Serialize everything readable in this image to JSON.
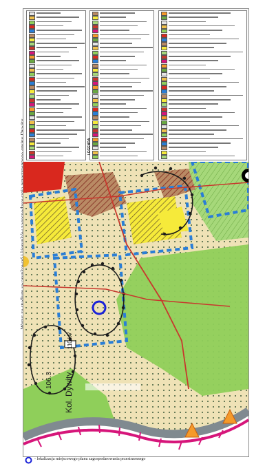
{
  "document": {
    "title": "Wyrys ze studium uwarunkowań i kierunków zagospodarowania przestrzennego gminy Dywity"
  },
  "legend": {
    "heading": "LEGENDA"
  },
  "map": {
    "place_label": "Kol. Dywity",
    "elevation_label": "106.3",
    "road_label": "110 kV"
  },
  "footer": {
    "marker_icon": "blue-circle-outline",
    "text": "- lokalizacja miejscowego planu zagospodarowania przestrzennego"
  },
  "colors": {
    "plan_marker": "#1a22d8",
    "green_area": "#8fcf5a",
    "border_blue": "#2a7ed6",
    "road_pink": "#d6157a",
    "grid_red": "#c8372d"
  }
}
